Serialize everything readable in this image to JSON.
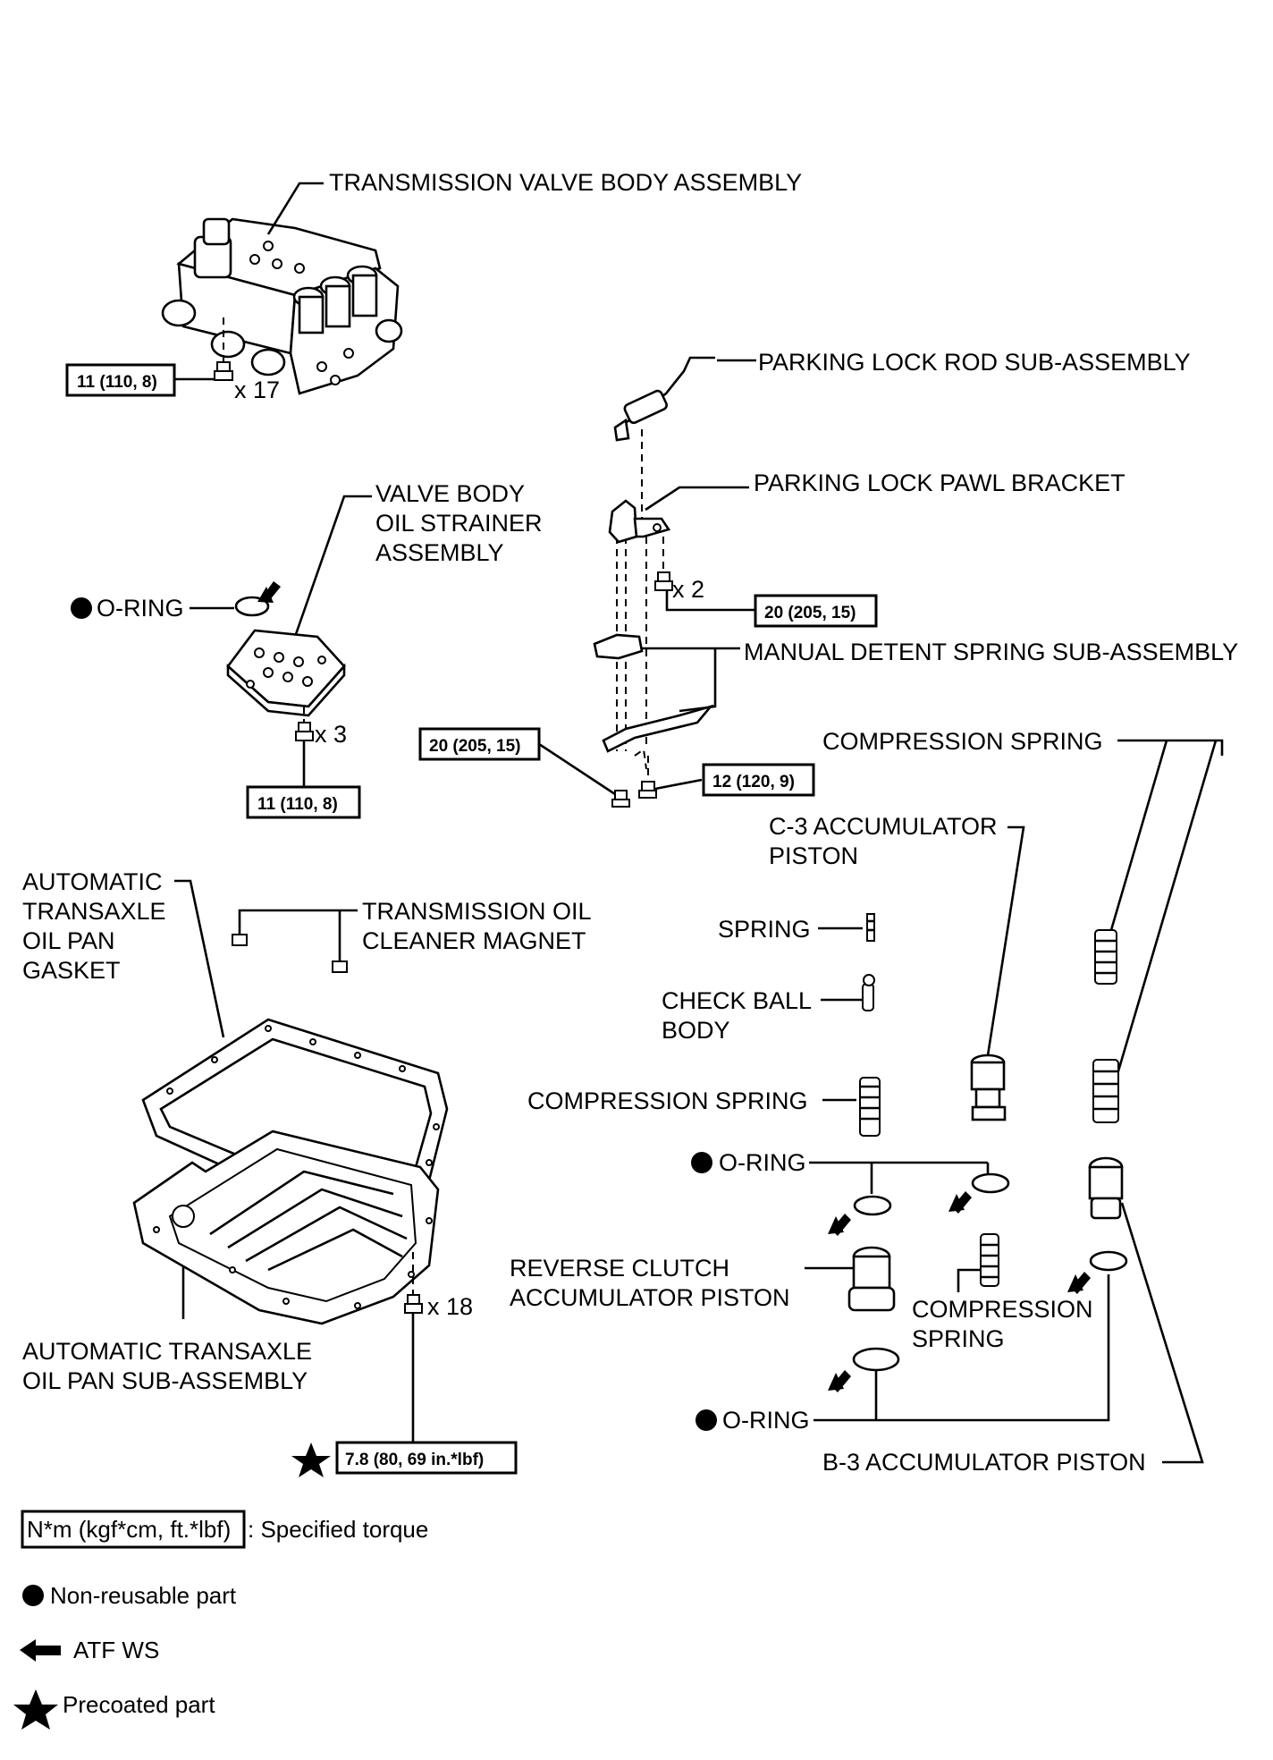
{
  "labels": {
    "valve_body": "TRANSMISSION VALVE BODY ASSEMBLY",
    "parking_rod": "PARKING LOCK ROD SUB-ASSEMBLY",
    "parking_pawl": "PARKING LOCK PAWL BRACKET",
    "strainer_1": "VALVE BODY",
    "strainer_2": "OIL STRAINER",
    "strainer_3": "ASSEMBLY",
    "oring": "O-RING",
    "manual_detent": "MANUAL DETENT SPRING SUB-ASSEMBLY",
    "compression_spring": "COMPRESSION SPRING",
    "compression_1": "COMPRESSION",
    "compression_2": "SPRING",
    "c3_1": "C-3 ACCUMULATOR",
    "c3_2": "PISTON",
    "spring": "SPRING",
    "check_ball_1": "CHECK BALL",
    "check_ball_2": "BODY",
    "gasket_1": "AUTOMATIC",
    "gasket_2": "TRANSAXLE",
    "gasket_3": "OIL PAN",
    "gasket_4": "GASKET",
    "magnet_1": "TRANSMISSION OIL",
    "magnet_2": "CLEANER MAGNET",
    "reverse_1": "REVERSE CLUTCH",
    "reverse_2": "ACCUMULATOR PISTON",
    "oilpan_1": "AUTOMATIC TRANSAXLE",
    "oilpan_2": "OIL PAN SUB-ASSEMBLY",
    "b3": "B-3 ACCUMULATOR PISTON"
  },
  "torques": {
    "t_11_valve": "11 (110, 8)",
    "t_11_strainer": "11 (110, 8)",
    "t_20_pawl": "20 (205, 15)",
    "t_20_detent": "20 (205, 15)",
    "t_12_detent": "12 (120, 9)",
    "t_78_pan": "7.8 (80, 69 in.*lbf)"
  },
  "counts": {
    "x17": "x 17",
    "x2": "x 2",
    "x3": "x 3",
    "x18": "x 18"
  },
  "legend": {
    "torque_box": "N*m (kgf*cm, ft.*lbf)",
    "torque_text": ": Specified torque",
    "nonreusable": "Non-reusable part",
    "atf": "ATF WS",
    "precoated": "Precoated part"
  },
  "icons": {
    "nonreusable_icon": "filled-circle-icon",
    "atf_icon": "arrow-left-icon",
    "precoated_icon": "star-icon"
  }
}
